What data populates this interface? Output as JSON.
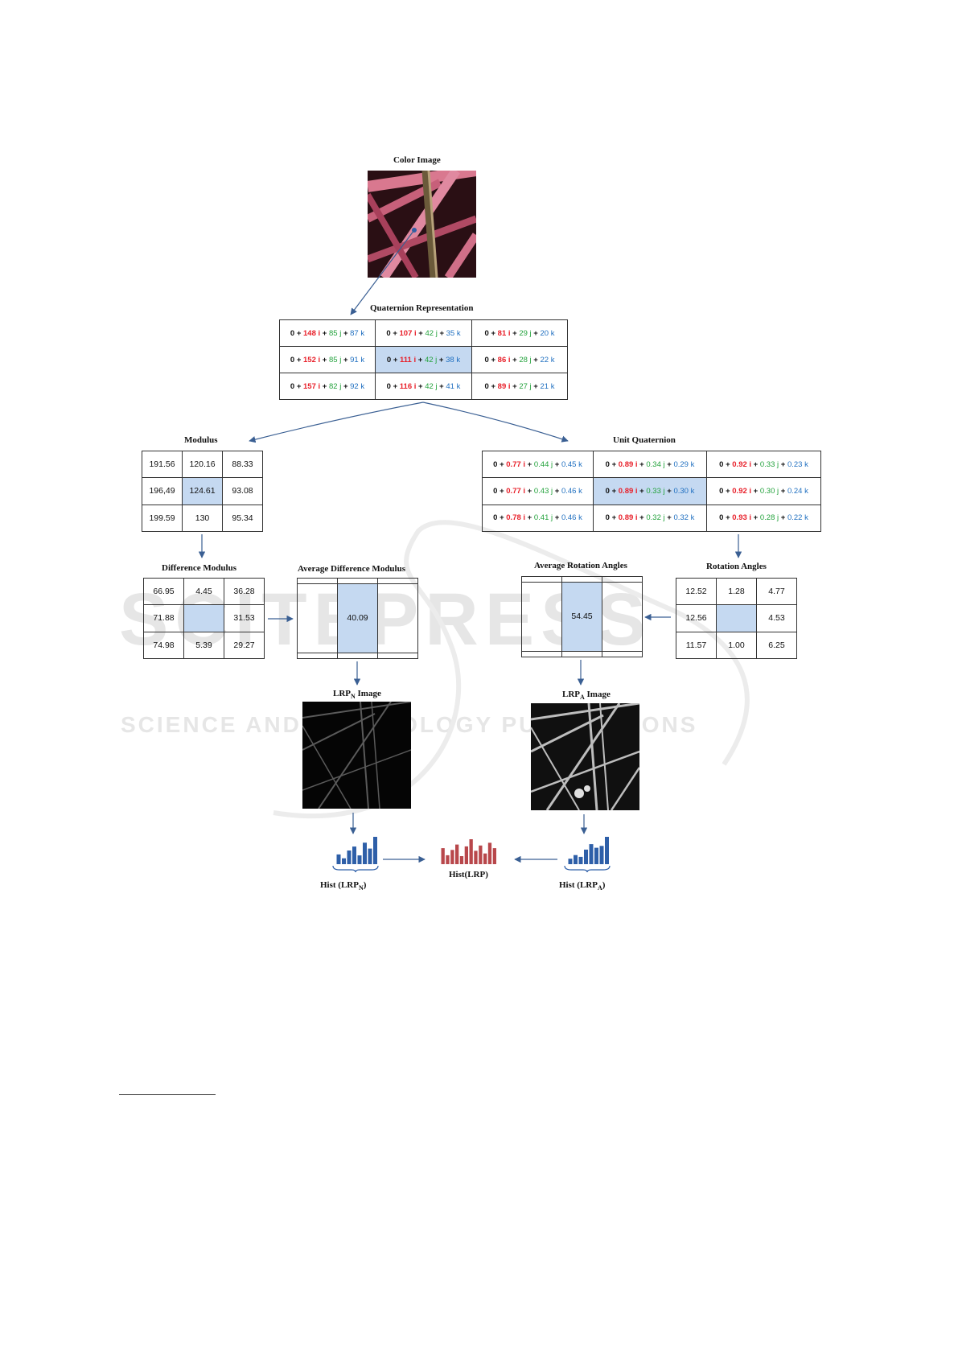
{
  "watermark": {
    "line1": "SCITEPRESS",
    "line2": "SCIENCE AND TECHNOLOGY PUBLICATIONS"
  },
  "titles": {
    "color_image": "Color Image",
    "quaternion": "Quaternion Representation",
    "modulus": "Modulus",
    "unit_quaternion": "Unit Quaternion",
    "difference_modulus": "Difference Modulus",
    "average_difference_modulus": "Average Difference Modulus",
    "average_rotation_angles": "Average Rotation Angles",
    "rotation_angles": "Rotation Angles",
    "lrpn_image_main": "LRP",
    "lrpn_image_sub": "N",
    "lrpn_image_suffix": " Image",
    "lrpa_image_main": "LRP",
    "lrpa_image_sub": "A",
    "lrpa_image_suffix": "  Image",
    "hist_lrpn_main": "Hist (LRP",
    "hist_lrpn_sub": "N",
    "hist_lrpn_suffix": ")",
    "hist_lrp": "Hist(LRP)",
    "hist_lrpa_main": "Hist (LRP",
    "hist_lrpa_sub": "A",
    "hist_lrpa_suffix": ")"
  },
  "quaternion": {
    "r0": [
      {
        "a": "0 + ",
        "i": "148",
        "j": "85",
        "k": "87"
      },
      {
        "a": "0 + ",
        "i": "107",
        "j": "42",
        "k": "35"
      },
      {
        "a": "0 + ",
        "i": "81",
        "j": "29",
        "k": "20"
      }
    ],
    "r1": [
      {
        "a": "0 + ",
        "i": "152",
        "j": "85",
        "k": "91"
      },
      {
        "a": "0 + ",
        "i": "111",
        "j": "42",
        "k": "38"
      },
      {
        "a": "0 + ",
        "i": "86",
        "j": "28",
        "k": "22"
      }
    ],
    "r2": [
      {
        "a": "0 + ",
        "i": "157",
        "j": "82",
        "k": "92"
      },
      {
        "a": "0 + ",
        "i": "116",
        "j": "42",
        "k": "41"
      },
      {
        "a": "0 + ",
        "i": "89",
        "j": "27",
        "k": "21"
      }
    ]
  },
  "unit": {
    "r0": [
      {
        "a": "0 + ",
        "i": "0.77",
        "j": "0.44",
        "k": "0.45"
      },
      {
        "a": "0 + ",
        "i": "0.89",
        "j": "0.34",
        "k": "0.29"
      },
      {
        "a": "0 + ",
        "i": "0.92",
        "j": "0.33",
        "k": "0.23"
      }
    ],
    "r1": [
      {
        "a": "0 + ",
        "i": "0.77",
        "j": "0.43",
        "k": "0.46"
      },
      {
        "a": "0 + ",
        "i": "0.89",
        "j": "0.33",
        "k": "0.30"
      },
      {
        "a": "0 + ",
        "i": "0.92",
        "j": "0.30",
        "k": "0.24"
      }
    ],
    "r2": [
      {
        "a": "0 + ",
        "i": "0.78",
        "j": "0.41",
        "k": "0.46"
      },
      {
        "a": "0 + ",
        "i": "0.89",
        "j": "0.32",
        "k": "0.32"
      },
      {
        "a": "0 + ",
        "i": "0.93",
        "j": "0.28",
        "k": "0.22"
      }
    ]
  },
  "modulus": {
    "r0": [
      "191.56",
      "120.16",
      "88.33"
    ],
    "r1": [
      "196,49",
      "124.61",
      "93.08"
    ],
    "r2": [
      "199.59",
      "130",
      "95.34"
    ]
  },
  "difference_modulus": {
    "r0": [
      "66.95",
      "4.45",
      "36.28"
    ],
    "r1": [
      "71.88",
      "",
      "31.53"
    ],
    "r2": [
      "74.98",
      "5.39",
      "29.27"
    ]
  },
  "average_difference_modulus": {
    "r0": [
      "",
      "",
      ""
    ],
    "r1": [
      "",
      "40.09",
      ""
    ],
    "r2": [
      "",
      "",
      ""
    ]
  },
  "average_rotation_angles": {
    "r0": [
      "",
      "",
      ""
    ],
    "r1": [
      "",
      "54.45",
      ""
    ],
    "r2": [
      "",
      "",
      ""
    ]
  },
  "rotation_angles": {
    "r0": [
      "12.52",
      "1.28",
      "4.77"
    ],
    "r1": [
      "12.56",
      "",
      "4.53"
    ],
    "r2": [
      "11.57",
      "1.00",
      "6.25"
    ]
  },
  "colors": {
    "arrow": "#3a5f93",
    "highlight": "#c5d9f1",
    "hist_blue": "#2e5fa8",
    "hist_red": "#b8474b"
  },
  "histograms": {
    "lrpn": [
      10,
      6,
      14,
      18,
      9,
      22,
      16,
      28
    ],
    "lrp": [
      18,
      10,
      16,
      22,
      9,
      20,
      28,
      15,
      21,
      12,
      24,
      18
    ],
    "lrpa": [
      6,
      10,
      8,
      16,
      22,
      18,
      20,
      30
    ]
  }
}
